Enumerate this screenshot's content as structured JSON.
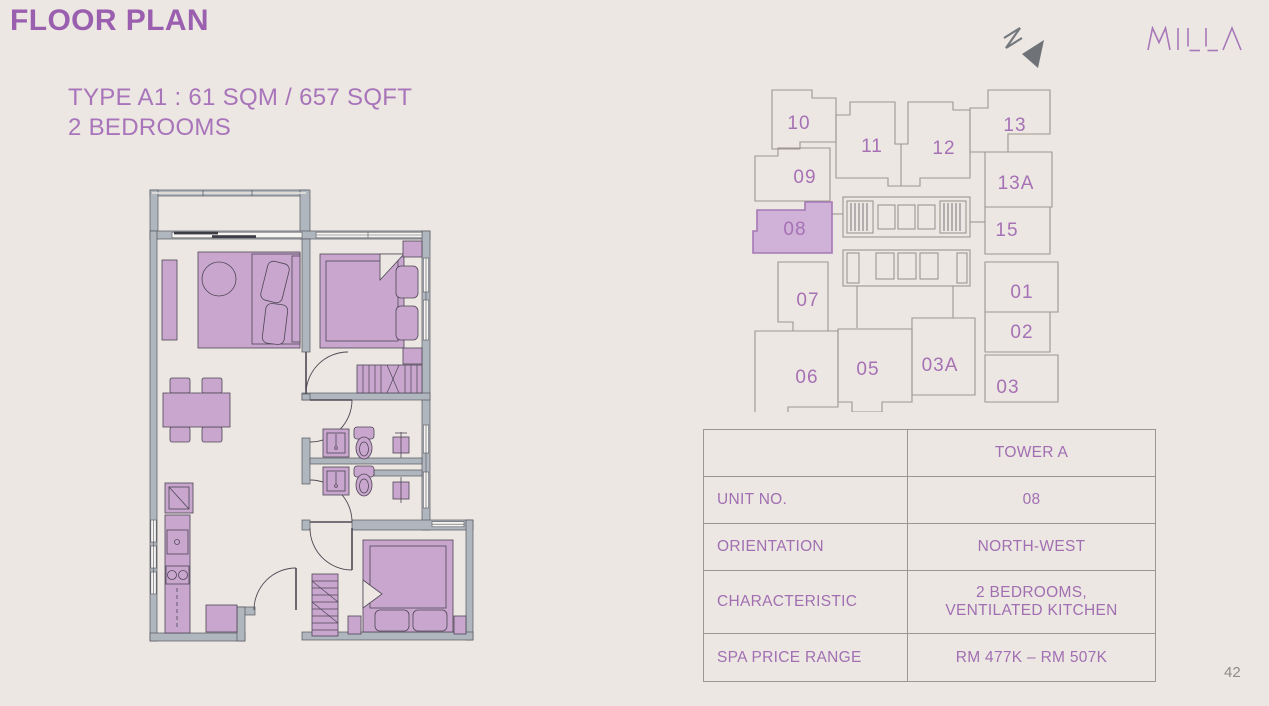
{
  "page": {
    "title": "FLOOR PLAN",
    "page_number": "42"
  },
  "unit_summary": {
    "line1": "TYPE A1 : 61 SQM / 657 SQFT",
    "line2": "2 BEDROOMS"
  },
  "brand": {
    "logo_text": "MILLA"
  },
  "north_indicator": {
    "label": "N"
  },
  "key_plan": {
    "tower": "TOWER A",
    "highlighted_unit": "08",
    "units": {
      "u10": "10",
      "u11": "11",
      "u12": "12",
      "u13": "13",
      "u13a": "13A",
      "u15": "15",
      "u09": "09",
      "u08": "08",
      "u07": "07",
      "u01": "01",
      "u02": "02",
      "u06": "06",
      "u05": "05",
      "u03a": "03A",
      "u03": "03"
    }
  },
  "details_table": {
    "rows": [
      {
        "label": "",
        "value": "TOWER A"
      },
      {
        "label": "UNIT NO.",
        "value": "08"
      },
      {
        "label": "ORIENTATION",
        "value": "NORTH-WEST"
      },
      {
        "label": "CHARACTERISTIC",
        "value": "2 BEDROOMS,",
        "value2": "VENTILATED KITCHEN"
      },
      {
        "label": "SPA PRICE RANGE",
        "value": "RM 477K – RM 507K"
      }
    ]
  },
  "colors": {
    "background": "#ece7e2",
    "title_purple": "#9a5fae",
    "text_purple": "#a874ba",
    "furniture_purple": "#c8a6cd",
    "wall_gray": "#b0b6bd",
    "keyplan_line": "#9d978f",
    "highlight_fill": "#d0b2d9",
    "logo_purple": "#a877b9",
    "arrow_gray": "#6f7277"
  }
}
